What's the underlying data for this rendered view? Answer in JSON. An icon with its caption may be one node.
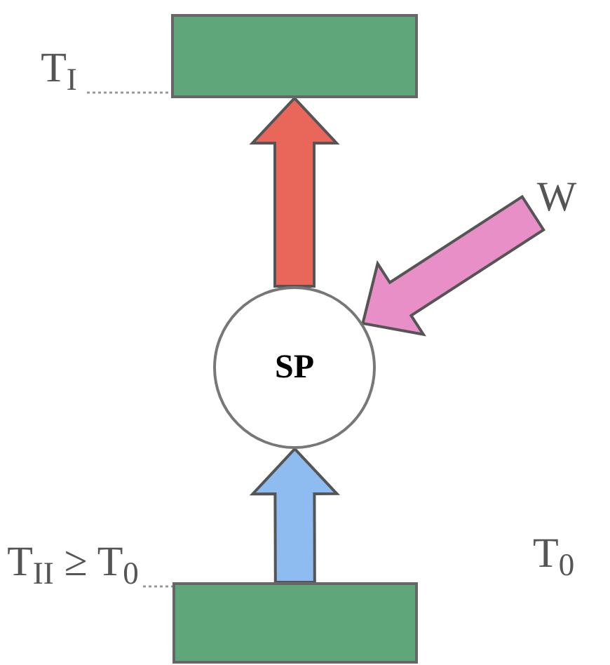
{
  "diagram": {
    "nodes": [
      {
        "text": [],
        "shape": "box"
      },
      {
        "text": [
          "T$_{I}$"
        ]
      },
      {
        "text": [
          "SP"
        ]
      },
      {
        "text": [
          "W"
        ]
      },
      {
        "text": [
          "T$_{II}$ ≥ T$_{0}$"
        ]
      },
      {
        "text": [],
        "shape": "box"
      }
    ],
    "edges": [
      {
        "from": 2,
        "to": 0,
        "arrow": "to",
        "style": "thick",
        "color": "#e8675a"
      },
      {
        "from": 3,
        "to": 2,
        "arrow": "to",
        "style": "thick",
        "color": "#e88fc8"
      },
      {
        "from": 5,
        "to": 2,
        "arrow": "to",
        "style": "thick",
        "color": "#8fbcf0"
      },
      {
        "from": 1,
        "to": 0,
        "arrow": "none",
        "style": "dashed"
      },
      {
        "from": 4,
        "to": 5,
        "arrow": "none",
        "style": "dashed"
      }
    ],
    "labels": [
      "T$_{0}$"
    ]
  }
}
